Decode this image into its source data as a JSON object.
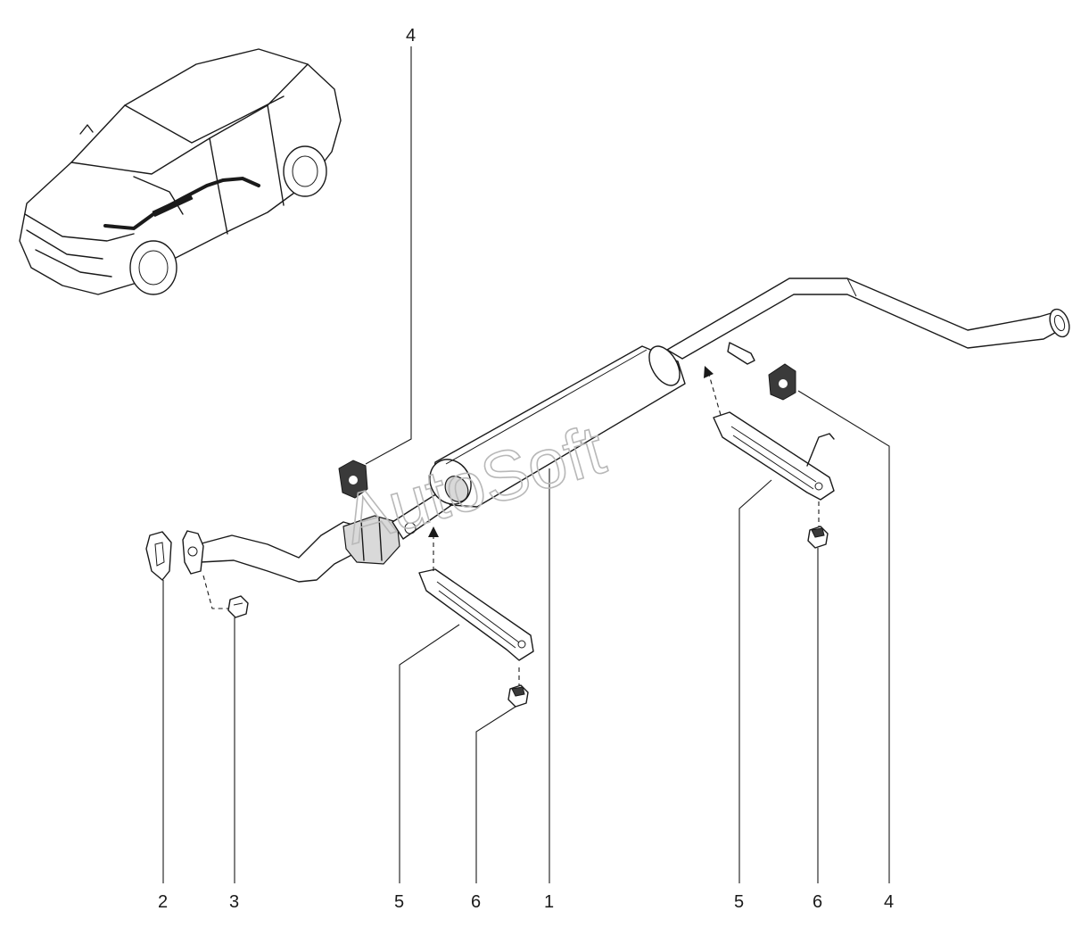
{
  "callouts": {
    "label_1": "1",
    "label_2": "2",
    "label_3": "3",
    "label_4_top": "4",
    "label_4_right": "4",
    "label_5_left": "5",
    "label_5_right": "5",
    "label_6_left": "6",
    "label_6_right": "6"
  },
  "watermark": "AutoSoft",
  "colors": {
    "line": "#1a1a1a",
    "background": "#ffffff",
    "watermark": "#b8b8b8"
  }
}
